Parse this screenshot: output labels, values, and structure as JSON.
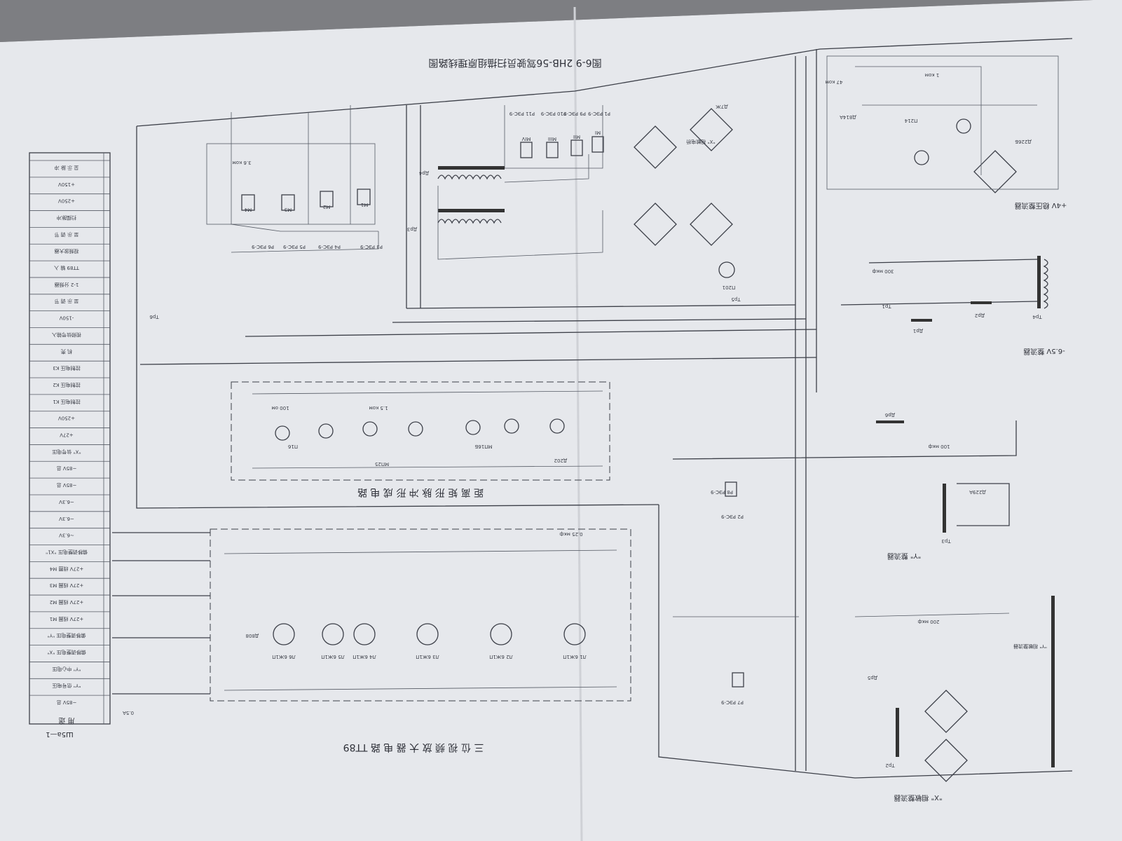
{
  "title": "图6-9  2HB-56驾驶员扫描组原理线路图",
  "sections": {
    "video_amp": "三 位 视 频 放 大 器 电 路  TT89",
    "pulse_former": "距 离 矩 形 脉 冲 形 成 电 路",
    "stabilized_rectifier": "+4V 稳压整流器",
    "rectifier_minus65": "-6.5V 整流器",
    "y_rectifier": "\"Y\" 整流器",
    "x_phase_rectifier": "\"X\" 相敏整流器",
    "y_phase_rectifier": "\"Y\" 相敏整流器",
    "x_phase_sensitive": "\"X\" 相敏电桥",
    "connector": "Ш5a—1",
    "connector_header": "用  途"
  },
  "connector_table": [
    "~85V 总",
    "\"Y\" 信号电压",
    "\"Y\" 中心电压",
    "偏移调整电压 \"X\"",
    "偏移调整电压 \"Y\"",
    "+27V 线圈 M1",
    "+27V 线圈 M2",
    "+27V 线圈 M3",
    "+27V 线圈 M4",
    "偏移调整电压 \"X1\"",
    "~6.3V",
    "~6.3V",
    "~6.3V",
    "~85V 总",
    "~85V 总",
    "\"X\" 信号电压",
    "+27V",
    "+250V",
    "控制电压 K1",
    "控制电压 K2",
    "控制电压 K3",
    "机 壳",
    "视频信号输入",
    "-150V",
    "显 示 调 节",
    "1-2 分频器",
    "TT89 输 入",
    "视频放大器",
    "显 示 调 节",
    "扫描脉冲",
    "+250V",
    "+150V",
    "显 示 脉 冲"
  ],
  "components": {
    "transformers": [
      "Tp1",
      "Tp2",
      "Tp3",
      "Tp4",
      "Tp5",
      "Tp6"
    ],
    "chokes": [
      "Др1",
      "Др2",
      "Др3",
      "Др4",
      "Др5",
      "Др6"
    ],
    "relays": [
      "P1 РЭС-9",
      "P2 РЭС-9",
      "P3 РЭС-9",
      "P4 РЭС-9",
      "P5 РЭС-9",
      "P6 РЭС-9",
      "P7 РЭС-9",
      "P8 РЭС-9",
      "P9 РЭС-9",
      "P10 РЭС-9",
      "P11 РЭС-9"
    ],
    "coils": [
      "M1",
      "M2",
      "M3",
      "M4",
      "MI",
      "MII",
      "MIII",
      "MIV"
    ],
    "diodes": [
      "Д226Б",
      "Д229А",
      "Д814А",
      "Д7Ж",
      "Д202",
      "Д808"
    ],
    "transistors": [
      "П16",
      "П201",
      "МП25",
      "МП16Б",
      "П214"
    ],
    "tubes": [
      "Л1 6Ж1П",
      "Л2 6Ж1П",
      "Л3 6Ж1П",
      "Л4 6Ж1П",
      "Л5 6Ж1П",
      "Л6 6Ж1П"
    ],
    "values": [
      "300 мкф",
      "100 мкф",
      "200 мкф",
      "0.5А",
      "47 ком",
      "1 ком",
      "3.6 ком",
      "100 ом",
      "1.5 ком",
      "0.25 мкф"
    ]
  }
}
